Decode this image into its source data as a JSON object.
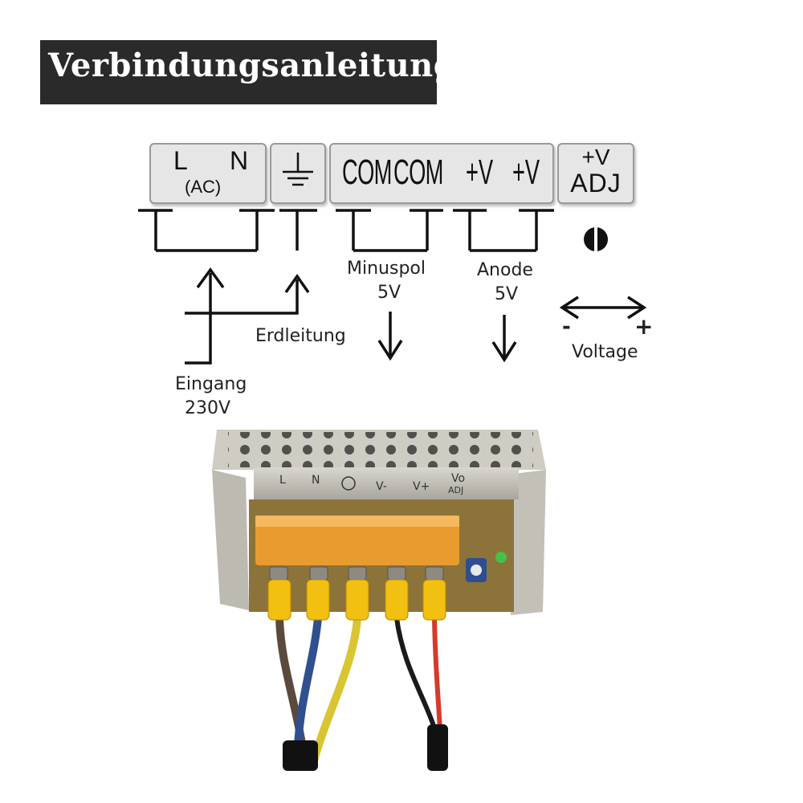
{
  "title": "Verbindungsanleitung",
  "terminals": {
    "ac_l": "L",
    "ac_n": "N",
    "ac_sub": "(AC)",
    "com1": "COM",
    "com2": "COM",
    "vplus1": "+V",
    "vplus2": "+V",
    "adj_top": "+V",
    "adj_bottom": "ADJ"
  },
  "labels": {
    "minuspol": "Minuspol",
    "minuspol_v": "5V",
    "anode": "Anode",
    "anode_v": "5V",
    "erdleitung": "Erdleitung",
    "eingang": "Eingang",
    "eingang_v": "230V",
    "minus": "-",
    "plus": "+",
    "voltage": "Voltage"
  },
  "photo_labels": {
    "l": "L",
    "n": "N",
    "vminus": "V-",
    "vplus": "V+",
    "vo": "Vo",
    "adj": "ADJ"
  },
  "colors": {
    "title_bg": "#2a2a2a",
    "terminal_bg": "#e6e6e6",
    "wire_brown": "#5a4a3e",
    "wire_blue": "#2f4f8f",
    "wire_yellow": "#d9c531",
    "wire_black": "#1a1a1a",
    "wire_red": "#d63a2a",
    "connector_yellow": "#f2c010",
    "cover_orange": "#f0a030"
  }
}
